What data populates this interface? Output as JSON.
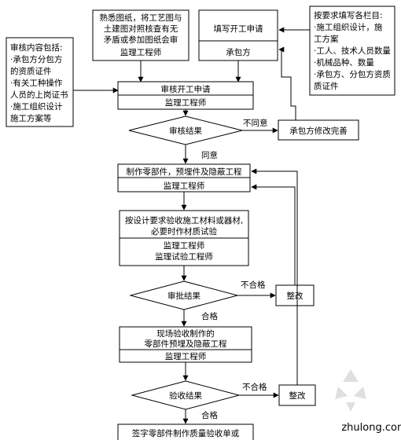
{
  "review_note": {
    "lines": [
      "审核内容包括:",
      "·承包方分包方",
      "的资质证件",
      "·有关工种操作",
      "人员的上岗证书",
      "·施工组织设计",
      "施工方案等"
    ]
  },
  "familiarize_box": {
    "lines": [
      "熟悉图纸，将工艺图与",
      "土建图对照核查有无",
      "矛盾或参加图纸会审"
    ],
    "role": "监理工程师"
  },
  "apply_box": {
    "title": "填写开工申请",
    "role": "承包方"
  },
  "required_note": {
    "lines": [
      "按要求填写各栏目:",
      "·施工组织设计，施",
      "工方案",
      "·工人、技术人员数量",
      "·机械品种、数量",
      "·承包方、分包方资质",
      "质证件"
    ]
  },
  "review_apply_box": {
    "title": "审核开工申请",
    "role": "监理工程师"
  },
  "decision_review": {
    "label": "审核结果",
    "no": "不同意",
    "yes": "同意"
  },
  "revise_box": {
    "label": "承包方修改完善"
  },
  "make_parts_box": {
    "title": "制作零部件，预埋件及隐蔽工程",
    "role": "监理工程师"
  },
  "inspect_material_box": {
    "lines": [
      "按设计要求验收施工材料或器材,",
      "必要时作材质试验"
    ],
    "roles": [
      "监理工程师",
      "监理试验工程师"
    ]
  },
  "decision_approve": {
    "label": "审批结果",
    "no": "不合格",
    "yes": "合格"
  },
  "rectify_1": {
    "label": "整改"
  },
  "site_inspect_box": {
    "lines": [
      "现场验收制作的",
      "零部件预埋及隐蔽工程"
    ],
    "role": "监理工程师"
  },
  "decision_accept": {
    "label": "验收结果",
    "no": "不合格",
    "yes": "合格"
  },
  "rectify_2": {
    "label": "整改"
  },
  "sign_box": {
    "label": "签字零部件制作质量验收单或"
  },
  "watermark": {
    "text": "zhulong.com"
  }
}
